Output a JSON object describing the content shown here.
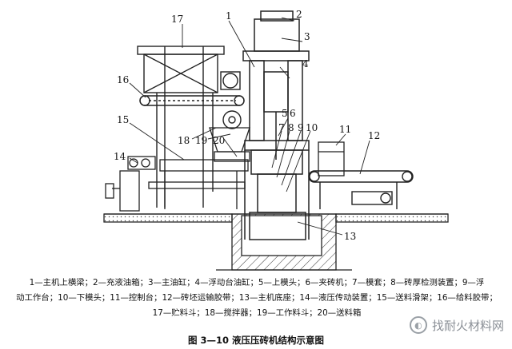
{
  "diagram": {
    "callouts": [
      "17",
      "1",
      "2",
      "3",
      "4",
      "16",
      "5",
      "6",
      "15",
      "7",
      "8",
      "9",
      "10",
      "11",
      "12",
      "18",
      "19",
      "20",
      "14",
      "13"
    ]
  },
  "legend": {
    "line1": "1—主机上横梁；2—充液油箱；3—主油缸；4—浮动台油缸；5—上模头；6—夹砖机；7—模套；8—砖厚检测装置；9—浮",
    "line2": "动工作台；10—下模头；11—控制台；12—砖坯运输胶带；13—主机底座；14—液压传动装置；15—送料滑架；16—给料胶带；",
    "line3": "17—贮料斗；18—搅拌器；19—工作料斗；20—送料箱"
  },
  "caption": "图 3—10  液压压砖机结构示意图",
  "watermark": {
    "text": "找耐火材料网",
    "icon": "logo-icon"
  }
}
